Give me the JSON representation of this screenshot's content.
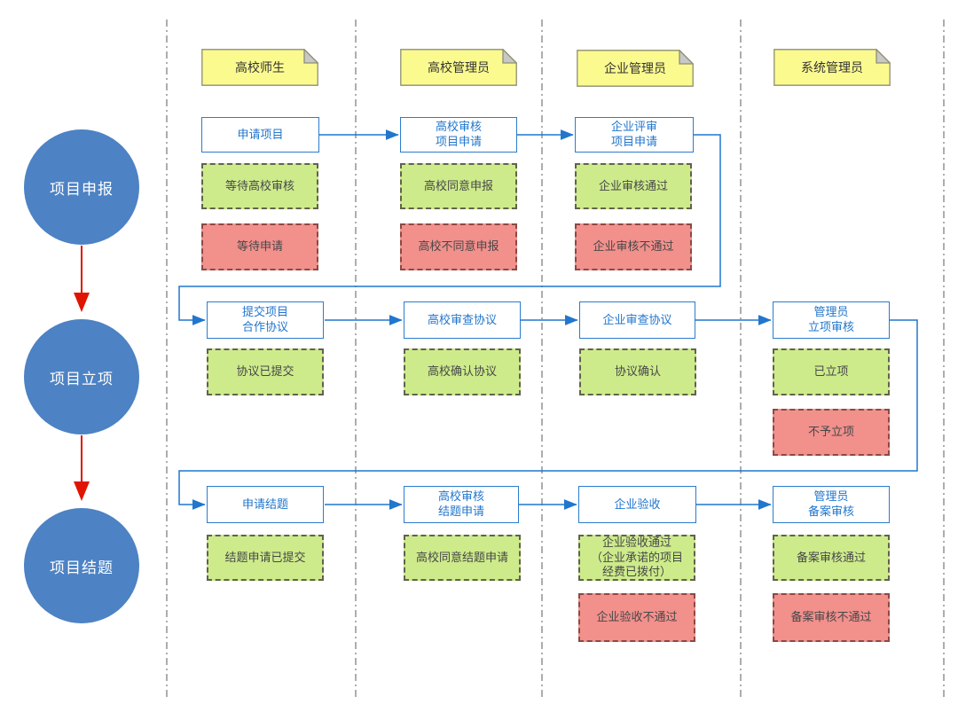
{
  "diagram_type": "swimlane-flowchart",
  "colors": {
    "process_blue": "#2b7ccd",
    "circle_blue": "#4d82c4",
    "success_green": "#cdeb8b",
    "fail_red": "#f2908c",
    "note_yellow": "#fbfa8f",
    "flow_arrow_blue": "#2176cd",
    "phase_arrow_red": "#e01400",
    "lane_divider_grey": "#999999"
  },
  "phases": [
    {
      "label": "项目申报"
    },
    {
      "label": "项目立项"
    },
    {
      "label": "项目结题"
    }
  ],
  "lanes": [
    {
      "header": "高校师生",
      "rows": {
        "declare": {
          "process": "申请项目",
          "success": "等待高校审核",
          "fail": "等待申请"
        },
        "initiate": {
          "process": "提交项目\n合作协议",
          "success": "协议已提交"
        },
        "conclude": {
          "process": "申请结题",
          "success": "结题申请已提交"
        }
      }
    },
    {
      "header": "高校管理员",
      "rows": {
        "declare": {
          "process": "高校审核\n项目申请",
          "success": "高校同意申报",
          "fail": "高校不同意申报"
        },
        "initiate": {
          "process": "高校审查协议",
          "success": "高校确认协议"
        },
        "conclude": {
          "process": "高校审核\n结题申请",
          "success": "高校同意结题申请"
        }
      }
    },
    {
      "header": "企业管理员",
      "rows": {
        "declare": {
          "process": "企业评审\n项目申请",
          "success": "企业审核通过",
          "fail": "企业审核不通过"
        },
        "initiate": {
          "process": "企业审查协议",
          "success": "协议确认"
        },
        "conclude": {
          "process": "企业验收",
          "success": "企业验收通过\n（企业承诺的项目\n经费已拨付）",
          "fail": "企业验收不通过"
        }
      }
    },
    {
      "header": "系统管理员",
      "rows": {
        "initiate": {
          "process": "管理员\n立项审核",
          "success": "已立项",
          "fail": "不予立项"
        },
        "conclude": {
          "process": "管理员\n备案审核",
          "success": "备案审核通过",
          "fail": "备案审核不通过"
        }
      }
    }
  ]
}
